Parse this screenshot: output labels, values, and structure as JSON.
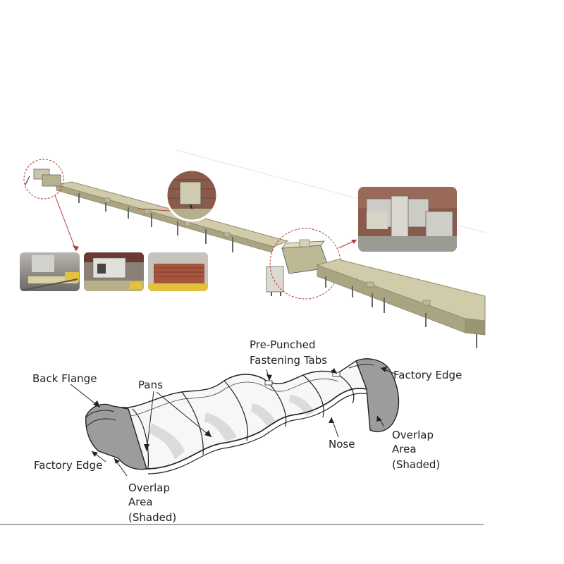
{
  "colors": {
    "conveyor": "#c7c3a0",
    "conveyor_dark": "#8e8a68",
    "conveyor_edge": "#a9a582",
    "callout_line": "#b23a3a",
    "tile_face": "#f2f2f2",
    "tile_shade": "#9c9c9c",
    "outline": "#222222",
    "brick": "#8a5a4a"
  },
  "labels": {
    "pre_punched": "Pre-Punched",
    "fastening_tabs": "Fastening Tabs",
    "back_flange": "Back Flange",
    "pans": "Pans",
    "factory_edge_right": "Factory Edge",
    "overlap_right_1": "Overlap",
    "overlap_right_2": "Area",
    "overlap_right_3": "(Shaded)",
    "nose": "Nose",
    "factory_edge_left": "Factory Edge",
    "overlap_left_1": "Overlap",
    "overlap_left_2": "Area",
    "overlap_left_3": "(Shaded)"
  }
}
